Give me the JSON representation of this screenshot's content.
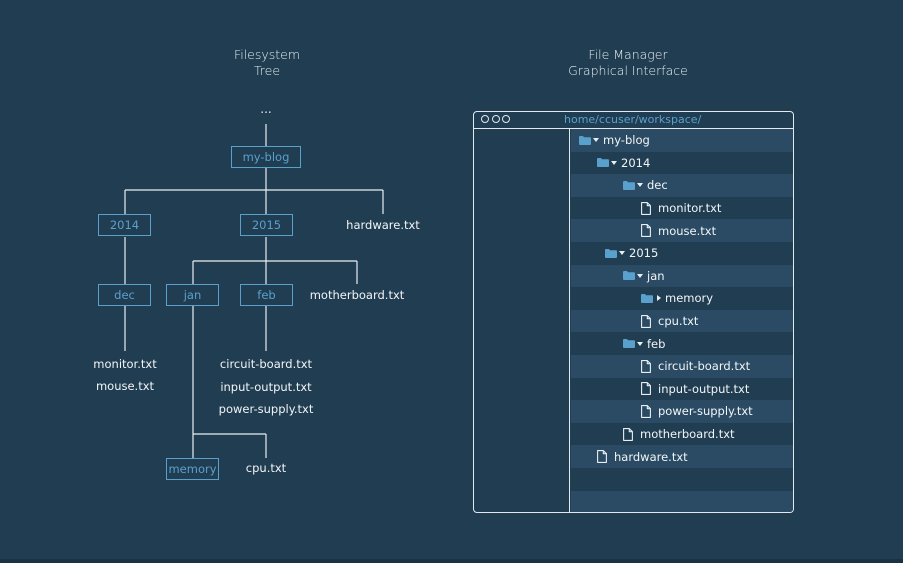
{
  "headings": {
    "tree": [
      "Filesystem",
      "Tree"
    ],
    "manager": [
      "File Manager",
      "Graphical Interface"
    ]
  },
  "tree": {
    "ellipsis": "...",
    "boxes": {
      "my_blog": "my-blog",
      "y2014": "2014",
      "y2015": "2015",
      "dec": "dec",
      "jan": "jan",
      "feb": "feb",
      "memory": "memory"
    },
    "leaves": {
      "hardware": "hardware.txt",
      "motherboard": "motherboard.txt",
      "monitor": "monitor.txt",
      "mouse": "mouse.txt",
      "circuit_board": "circuit-board.txt",
      "input_output": "input-output.txt",
      "power_supply": "power-supply.txt",
      "cpu": "cpu.txt"
    }
  },
  "file_manager": {
    "path": "home/ccuser/workspace/",
    "items": [
      {
        "type": "folder",
        "label": "my-blog",
        "expanded": true
      },
      {
        "type": "folder",
        "label": "2014",
        "expanded": true
      },
      {
        "type": "folder",
        "label": "dec",
        "expanded": true
      },
      {
        "type": "file",
        "label": "monitor.txt"
      },
      {
        "type": "file",
        "label": "mouse.txt"
      },
      {
        "type": "folder",
        "label": "2015",
        "expanded": true
      },
      {
        "type": "folder",
        "label": "jan",
        "expanded": true
      },
      {
        "type": "folder",
        "label": "memory",
        "expanded": false
      },
      {
        "type": "file",
        "label": "cpu.txt"
      },
      {
        "type": "folder",
        "label": "feb",
        "expanded": true
      },
      {
        "type": "file",
        "label": "circuit-board.txt"
      },
      {
        "type": "file",
        "label": "input-output.txt"
      },
      {
        "type": "file",
        "label": "power-supply.txt"
      },
      {
        "type": "file",
        "label": "motherboard.txt"
      },
      {
        "type": "file",
        "label": "hardware.txt"
      }
    ]
  },
  "colors": {
    "background": "#203d52",
    "accent": "#5aa0cc",
    "row_shade": "#2a4b63",
    "text": "#f2f5f7"
  }
}
